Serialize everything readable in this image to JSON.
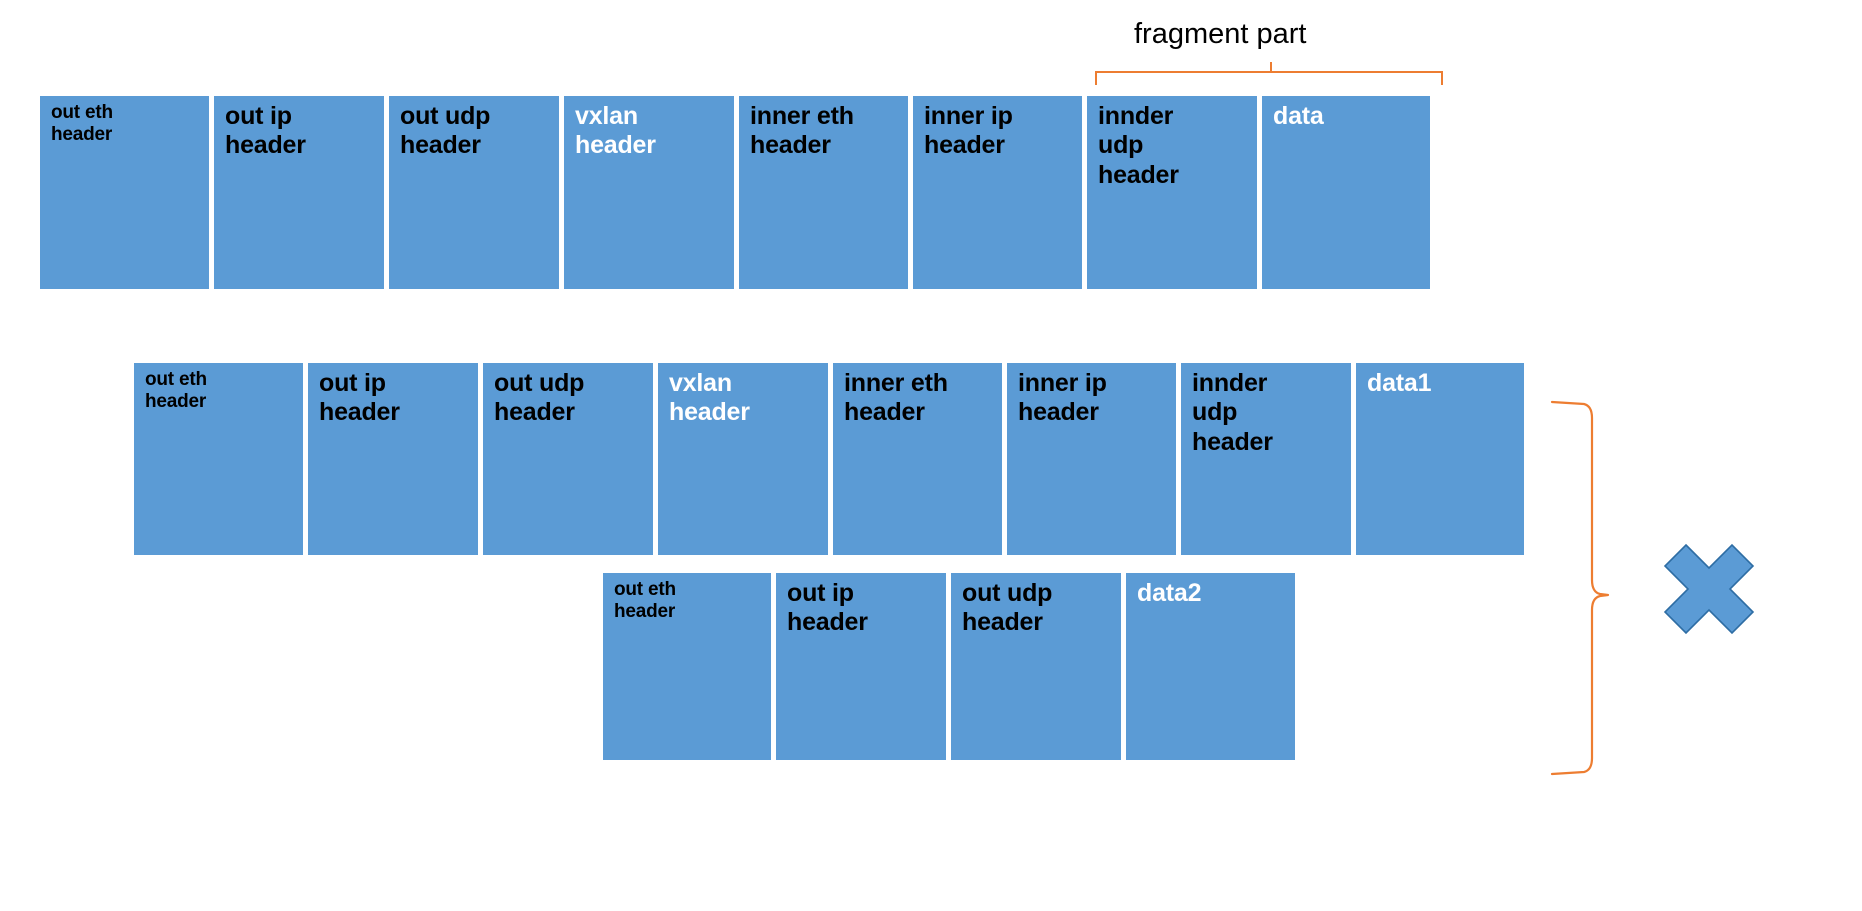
{
  "diagram": {
    "title_annotation": {
      "text": "fragment part",
      "color": "#ED7D31"
    },
    "block_fill_color": "#5B9BD5",
    "bracket_color": "#ED7D31",
    "cross_fill_color": "#5B9BD5",
    "cross_stroke_color": "#2E6DA4",
    "rows": [
      {
        "name": "original-packet",
        "blocks": [
          {
            "label": "out eth\nheader",
            "text_color": "#000000",
            "size": "sm"
          },
          {
            "label": "out ip\nheader",
            "text_color": "#000000",
            "size": "md"
          },
          {
            "label": "out udp\nheader",
            "text_color": "#000000",
            "size": "md"
          },
          {
            "label": "vxlan\nheader",
            "text_color": "#ffffff",
            "size": "md"
          },
          {
            "label": "inner eth\nheader",
            "text_color": "#000000",
            "size": "md"
          },
          {
            "label": "inner ip\nheader",
            "text_color": "#000000",
            "size": "md"
          },
          {
            "label": "innder\nudp\nheader",
            "text_color": "#000000",
            "size": "md"
          },
          {
            "label": "data",
            "text_color": "#ffffff",
            "size": "md"
          }
        ]
      },
      {
        "name": "fragment-1",
        "blocks": [
          {
            "label": "out eth\nheader",
            "text_color": "#000000",
            "size": "sm"
          },
          {
            "label": "out ip\nheader",
            "text_color": "#000000",
            "size": "md"
          },
          {
            "label": "out udp\nheader",
            "text_color": "#000000",
            "size": "md"
          },
          {
            "label": "vxlan\nheader",
            "text_color": "#ffffff",
            "size": "md"
          },
          {
            "label": "inner eth\nheader",
            "text_color": "#000000",
            "size": "md"
          },
          {
            "label": "inner ip\nheader",
            "text_color": "#000000",
            "size": "md"
          },
          {
            "label": "innder\nudp\nheader",
            "text_color": "#000000",
            "size": "md"
          },
          {
            "label": "data1",
            "text_color": "#ffffff",
            "size": "md"
          }
        ]
      },
      {
        "name": "fragment-2",
        "blocks": [
          {
            "label": "out eth\nheader",
            "text_color": "#000000",
            "size": "sm"
          },
          {
            "label": "out ip\nheader",
            "text_color": "#000000",
            "size": "md"
          },
          {
            "label": "out udp\nheader",
            "text_color": "#000000",
            "size": "md"
          },
          {
            "label": "data2",
            "text_color": "#ffffff",
            "size": "md"
          }
        ]
      }
    ]
  }
}
